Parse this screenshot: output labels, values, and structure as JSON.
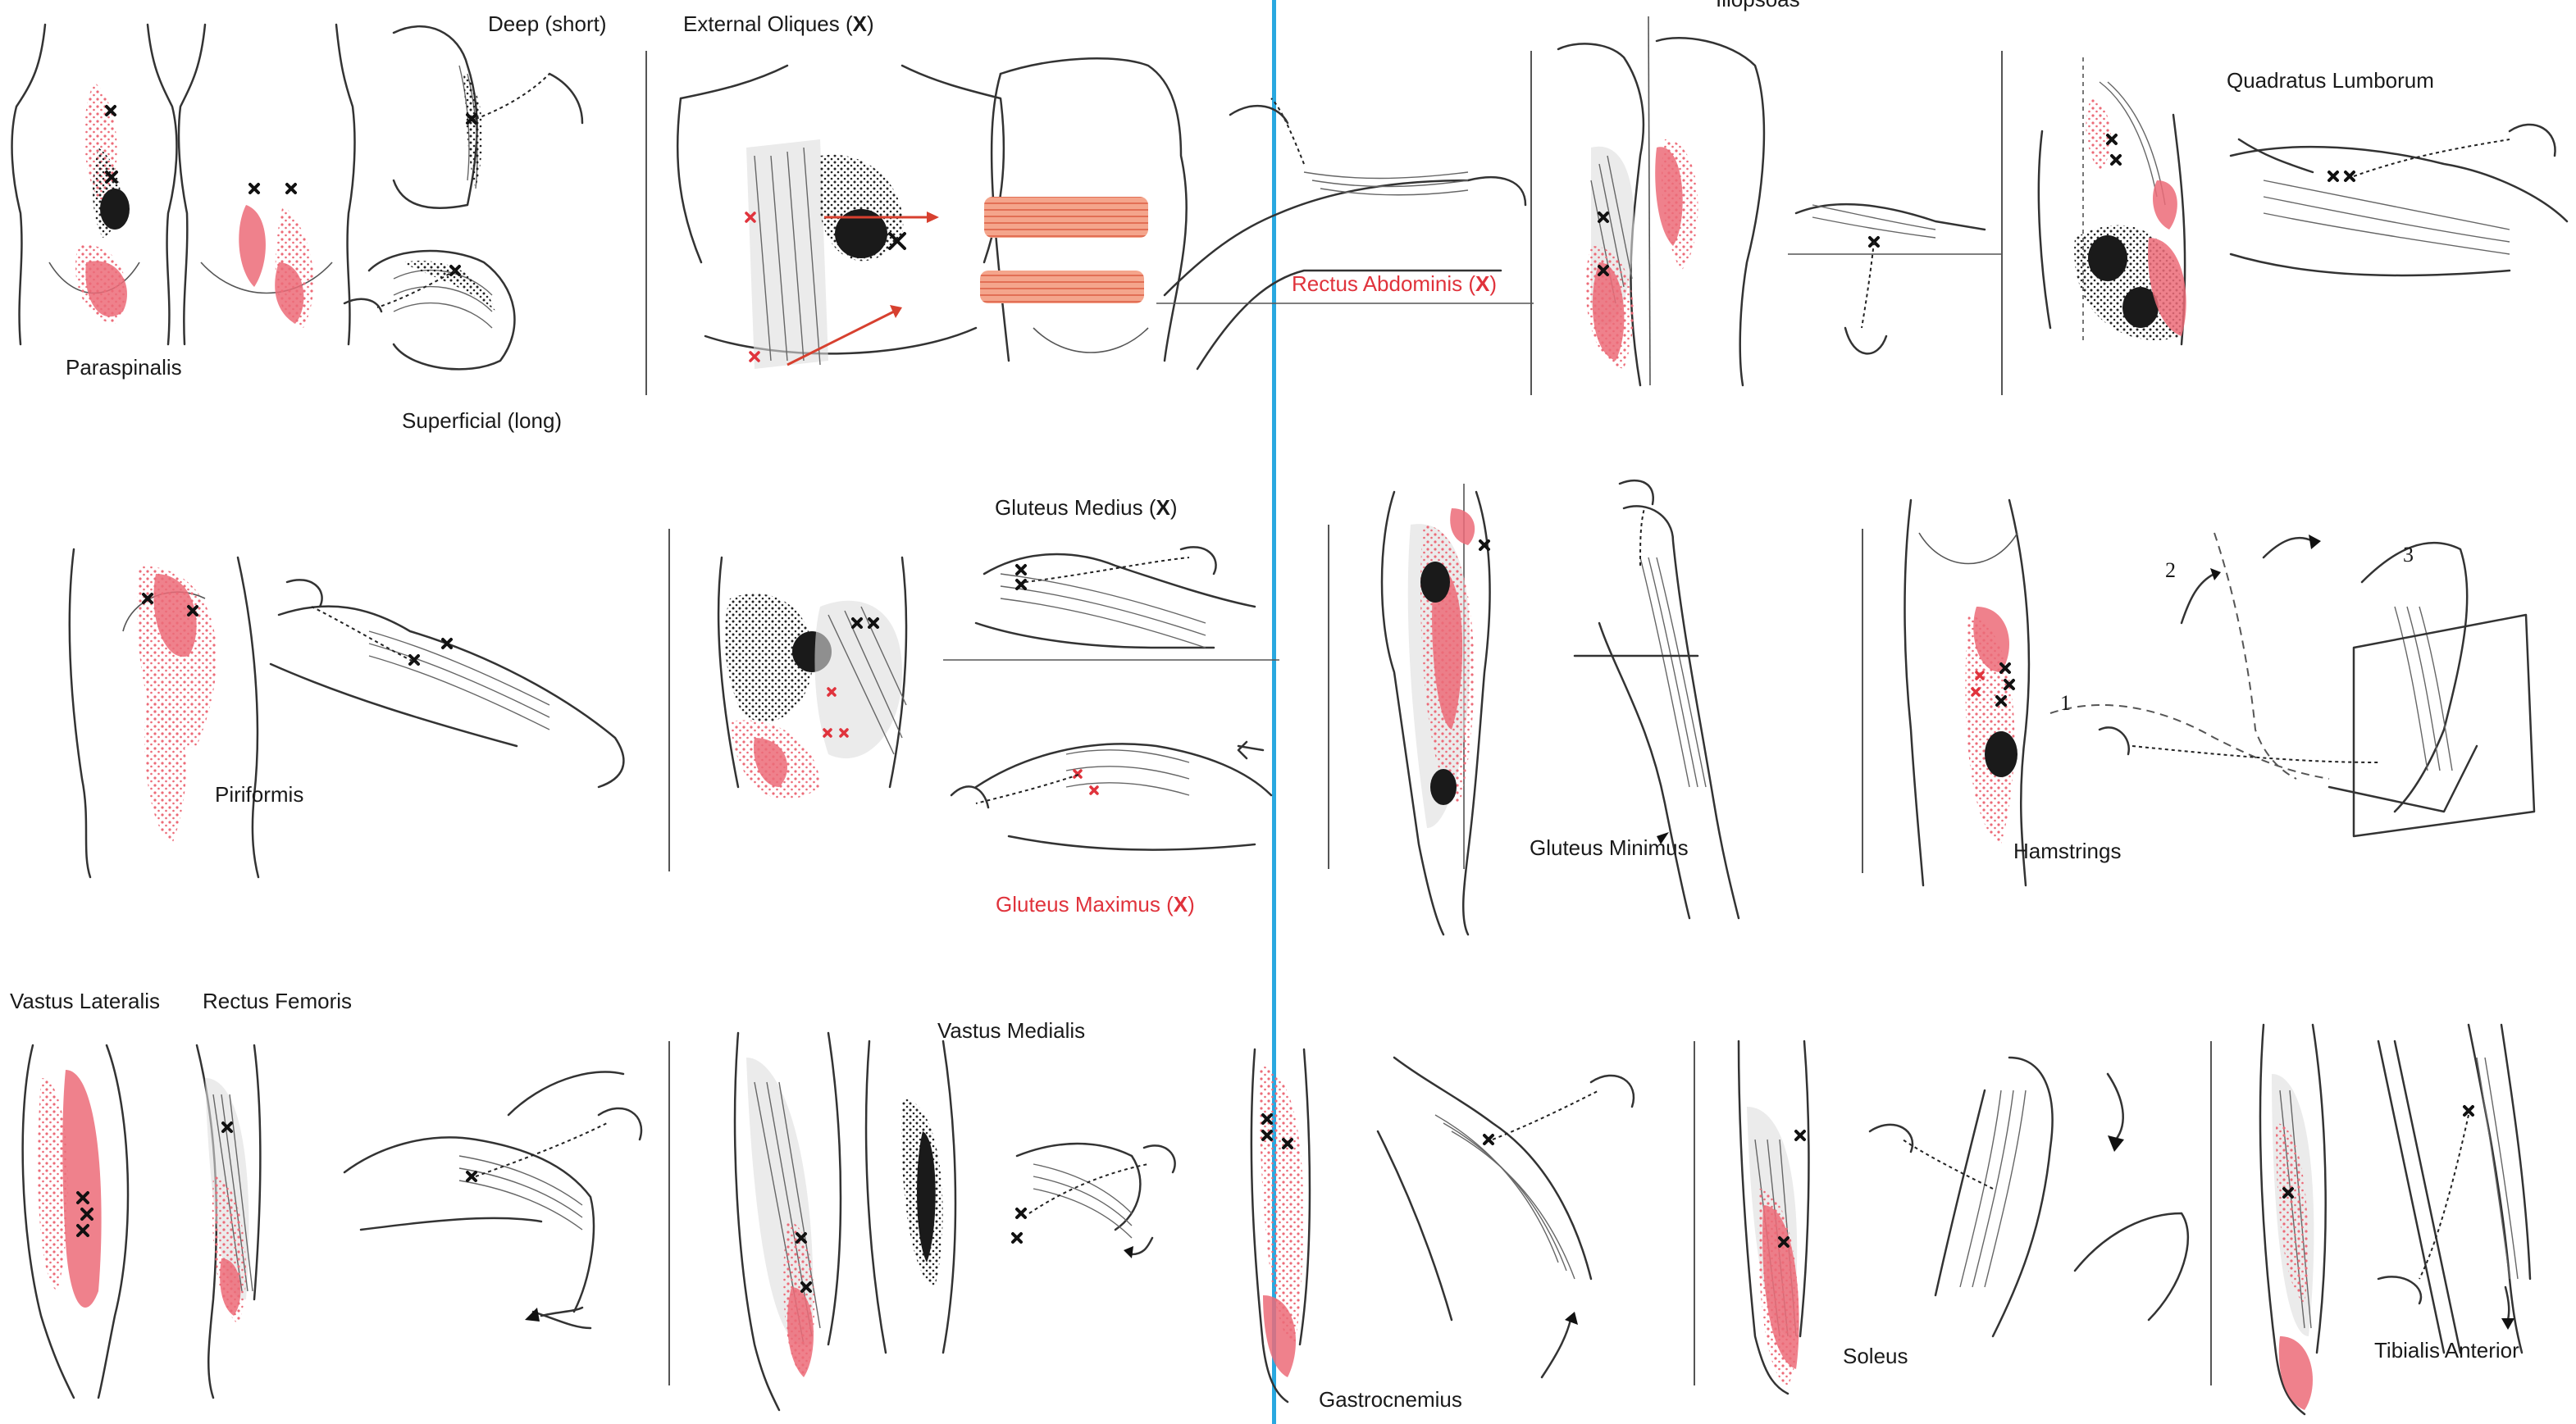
{
  "colors": {
    "divider": "#29a8e0",
    "referral_pain": "#ec6b78",
    "trigger_point": "#111111",
    "label_red": "#e0333c",
    "arrow_red": "#d7402f"
  },
  "labels": {
    "paraspinalis": "Paraspinalis",
    "deep_short": "Deep (short)",
    "superficial_long": "Superficial (long)",
    "external_obliques": "External Oliques (",
    "external_obliques_marker": "X",
    "external_obliques_close": ")",
    "rectus_abdominis": "Rectus Abdominis (",
    "rectus_abdominis_marker": "X",
    "rectus_abdominis_close": ")",
    "iliopsoas_cut": "Iliopsoas",
    "quadratus_lumborum": "Quadratus Lumborum",
    "piriformis": "Piriformis",
    "gluteus_medius": "Gluteus Medius (",
    "gluteus_medius_marker": "X",
    "gluteus_medius_close": ")",
    "gluteus_maximus": "Gluteus Maximus (",
    "gluteus_maximus_marker": "X",
    "gluteus_maximus_close": ")",
    "gluteus_minimus": "Gluteus Minimus",
    "hamstrings": "Hamstrings",
    "hamstrings_step_1": "1",
    "hamstrings_step_2": "2",
    "hamstrings_step_3": "3",
    "vastus_lateralis": "Vastus Lateralis",
    "rectus_femoris": "Rectus Femoris",
    "vastus_medialis": "Vastus Medialis",
    "gastrocnemius": "Gastrocnemius",
    "soleus": "Soleus",
    "tibialis_anterior": "Tibialis Anterior"
  }
}
